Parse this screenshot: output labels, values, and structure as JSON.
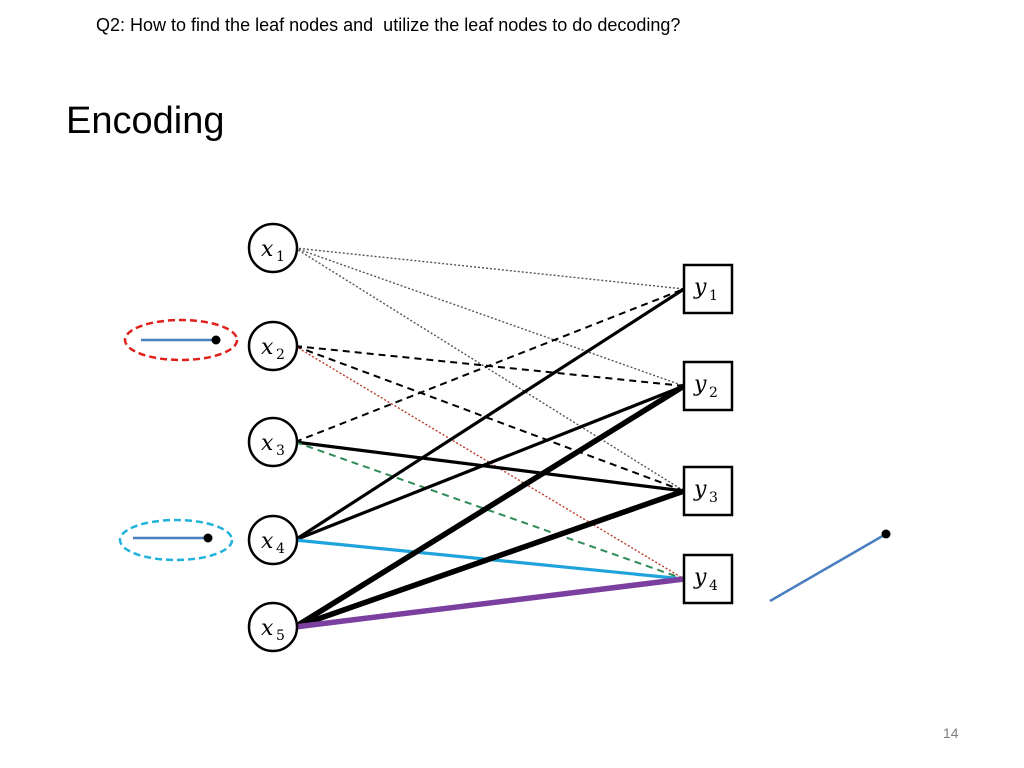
{
  "slide": {
    "question": "Q2: How to find the leaf nodes and  utilize the leaf nodes to do decoding?",
    "title": "Encoding",
    "page_number": "14"
  },
  "graph": {
    "variable_nodes": [
      {
        "id": "x1",
        "letter": "x",
        "sub": "1"
      },
      {
        "id": "x2",
        "letter": "x",
        "sub": "2"
      },
      {
        "id": "x3",
        "letter": "x",
        "sub": "3"
      },
      {
        "id": "x4",
        "letter": "x",
        "sub": "4"
      },
      {
        "id": "x5",
        "letter": "x",
        "sub": "5"
      }
    ],
    "check_nodes": [
      {
        "id": "y1",
        "letter": "y",
        "sub": "1"
      },
      {
        "id": "y2",
        "letter": "y",
        "sub": "2"
      },
      {
        "id": "y3",
        "letter": "y",
        "sub": "3"
      },
      {
        "id": "y4",
        "letter": "y",
        "sub": "4"
      }
    ],
    "edges": [
      {
        "from": "x1",
        "to": "y1",
        "style": "dotted",
        "color": "#555555"
      },
      {
        "from": "x1",
        "to": "y2",
        "style": "dotted",
        "color": "#555555"
      },
      {
        "from": "x1",
        "to": "y3",
        "style": "dotted",
        "color": "#555555"
      },
      {
        "from": "x2",
        "to": "y2",
        "style": "dashed",
        "color": "#000000"
      },
      {
        "from": "x2",
        "to": "y3",
        "style": "dashed",
        "color": "#000000"
      },
      {
        "from": "x2",
        "to": "y4",
        "style": "dotted",
        "color": "#c0392b"
      },
      {
        "from": "x3",
        "to": "y1",
        "style": "dashed",
        "color": "#000000"
      },
      {
        "from": "x3",
        "to": "y3",
        "style": "solid",
        "color": "#000000"
      },
      {
        "from": "x3",
        "to": "y4",
        "style": "dashed",
        "color": "#2e8b57"
      },
      {
        "from": "x4",
        "to": "y1",
        "style": "solid",
        "color": "#000000"
      },
      {
        "from": "x4",
        "to": "y2",
        "style": "solid",
        "color": "#000000"
      },
      {
        "from": "x4",
        "to": "y4",
        "style": "solid",
        "color": "#1fa3dc"
      },
      {
        "from": "x5",
        "to": "y2",
        "style": "thick",
        "color": "#000000"
      },
      {
        "from": "x5",
        "to": "y3",
        "style": "thick",
        "color": "#000000"
      },
      {
        "from": "x5",
        "to": "y4",
        "style": "thick",
        "color": "#7b3fa0"
      }
    ]
  },
  "annotations": {
    "x2_ellipse_color": "#e0201b",
    "x4_ellipse_color": "#1fb2dc",
    "pointer_line_color": "#4a7fc0",
    "dot_color": "#000000"
  }
}
